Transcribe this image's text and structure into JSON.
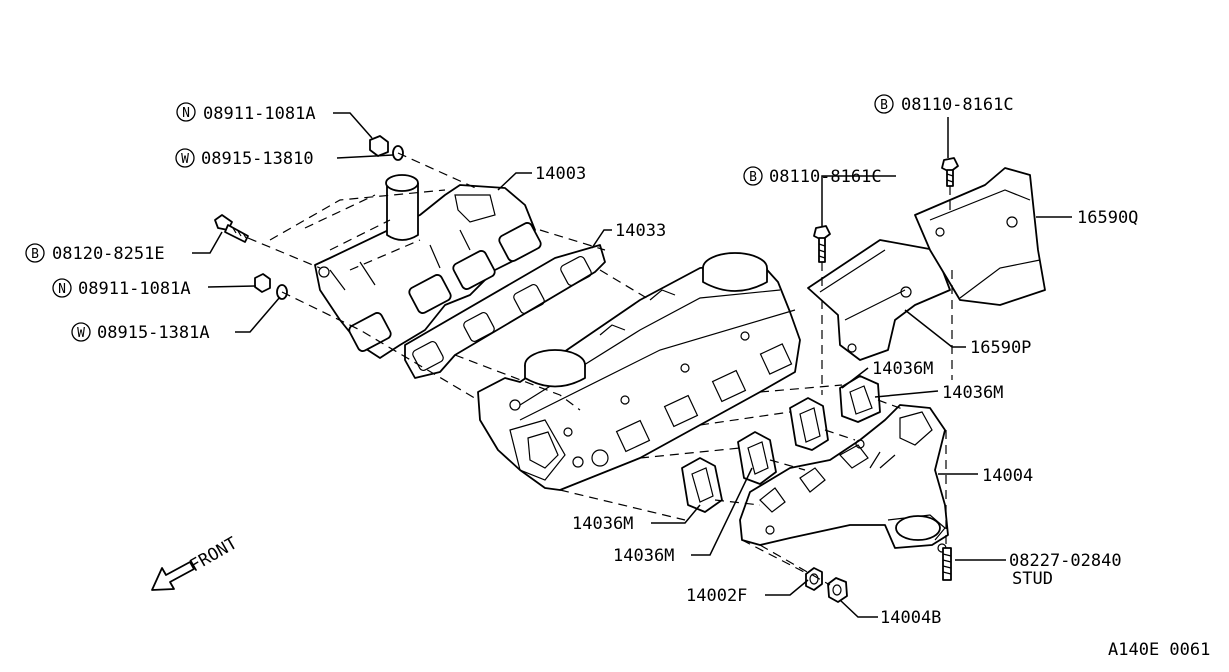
{
  "labels": {
    "nut_1_prefix": "N",
    "nut_1": "08911-1081A",
    "washer_1_prefix": "W",
    "washer_1": "08915-13810",
    "bolt_1_prefix": "B",
    "bolt_1": "08120-8251E",
    "nut_2_prefix": "N",
    "nut_2": "08911-1081A",
    "washer_2_prefix": "W",
    "washer_2": "08915-1381A",
    "intake_manifold": "14003",
    "intake_gasket": "14033",
    "bolt_2_prefix": "B",
    "bolt_2": "08110-8161C",
    "bolt_3_prefix": "B",
    "bolt_3": "08110-8161C",
    "heat_shield_q": "16590Q",
    "heat_shield_p": "16590P",
    "gasket_top": "14036M",
    "gasket_mid": "14036M",
    "exhaust_manifold": "14004",
    "gasket_low_1": "14036M",
    "gasket_low_2": "14036M",
    "stud": "08227-02840",
    "stud_caption": "STUD",
    "nut_14002f": "14002F",
    "nut_14004b": "14004B",
    "front": "FRONT",
    "figure_code": "A140E 0061"
  }
}
